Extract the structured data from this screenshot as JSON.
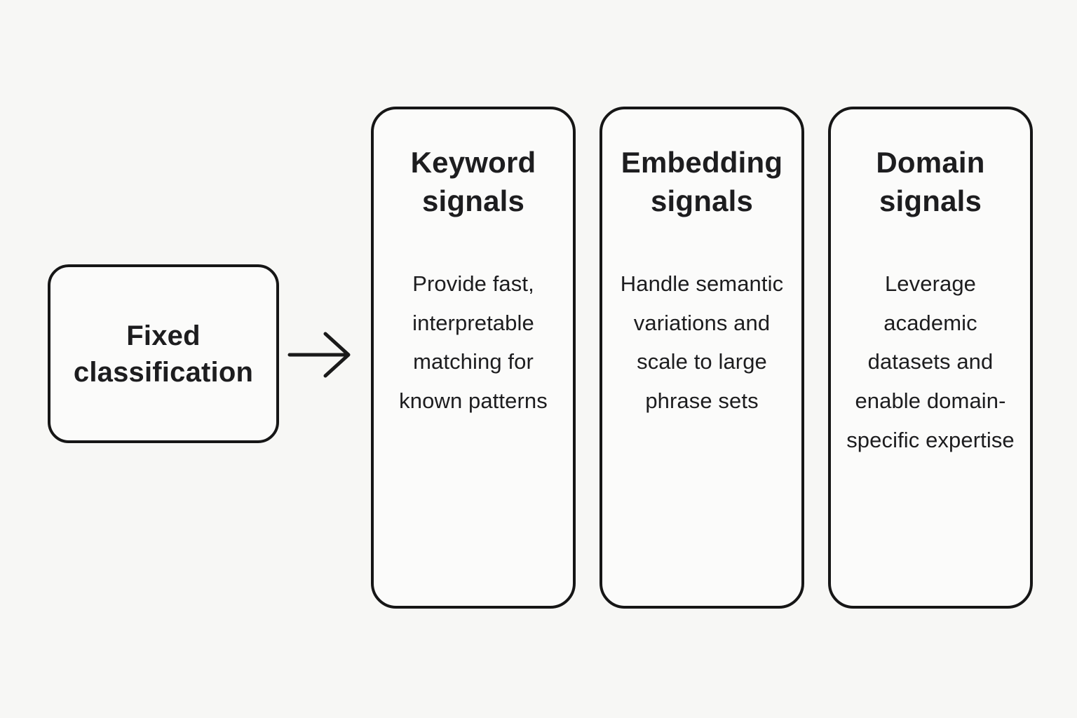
{
  "diagram": {
    "source_box": {
      "label": "Fixed classification"
    },
    "arrow": {
      "icon": "right-arrow-icon",
      "direction": "right"
    },
    "cards": [
      {
        "title": "Keyword signals",
        "body": "Provide fast, interpretable matching for known patterns"
      },
      {
        "title": "Embedding signals",
        "body": "Handle semantic variations and scale to large phrase sets"
      },
      {
        "title": "Domain signals",
        "body": "Leverage academic datasets and enable domain-specific expertise"
      }
    ],
    "colors": {
      "background": "#f7f7f5",
      "card_fill": "#fbfbfa",
      "border": "#161616",
      "text": "#1d1d1f"
    }
  }
}
